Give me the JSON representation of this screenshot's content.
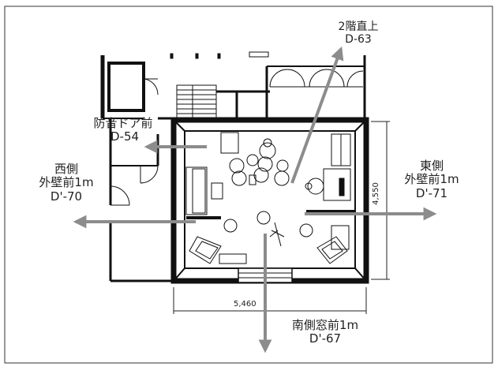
{
  "labels": {
    "above": {
      "line1": "2階直上",
      "line2": "D-63"
    },
    "door": {
      "line1": "防音ドア前",
      "line2": "D-54"
    },
    "west": {
      "line1": "西側",
      "line2": "外壁前1m",
      "line3": "D'-70"
    },
    "east": {
      "line1": "東側",
      "line2": "外壁前1m",
      "line3": "D'-71"
    },
    "south": {
      "line1": "南側窓前1m",
      "line2": "D'-67"
    }
  },
  "dimensions": {
    "width": "5,460",
    "depth": "4,550"
  },
  "colors": {
    "arrow": "#8c8c8c",
    "wall": "#111111",
    "line": "#222222"
  }
}
